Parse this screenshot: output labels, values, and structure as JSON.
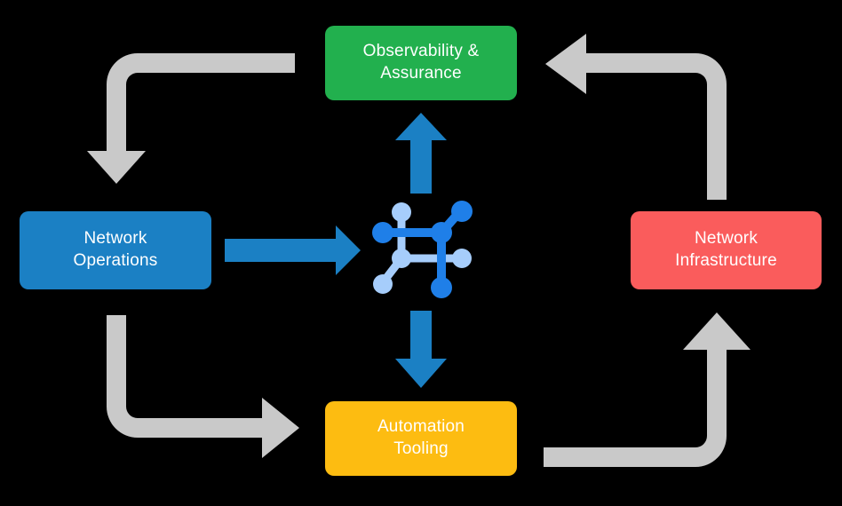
{
  "diagram": {
    "title": "Network operations lifecycle cycle diagram",
    "background_color": "#000000",
    "nodes": [
      {
        "id": "observability",
        "label": "Observability &\nAssurance",
        "color": "#22b04e",
        "text_color": "#ffffff",
        "position": "top"
      },
      {
        "id": "network-operations",
        "label": "Network\nOperations",
        "color": "#1b80c4",
        "text_color": "#ffffff",
        "position": "left"
      },
      {
        "id": "network-infrastructure",
        "label": "Network\nInfrastructure",
        "color": "#fa5c5c",
        "text_color": "#ffffff",
        "position": "right"
      },
      {
        "id": "automation-tooling",
        "label": "Automation\nTooling",
        "color": "#fdbc11",
        "text_color": "#ffffff",
        "position": "bottom"
      }
    ],
    "center_icon": {
      "name": "network-topology-icon",
      "primary_color": "#1f7fe8",
      "secondary_color": "#a6cdfb"
    },
    "blue_arrows": {
      "color": "#1b80c4",
      "items": [
        {
          "name": "arrow-netops-to-center",
          "direction": "right"
        },
        {
          "name": "arrow-center-to-observability",
          "direction": "up"
        },
        {
          "name": "arrow-center-to-automation",
          "direction": "down"
        }
      ]
    },
    "gray_arrows": {
      "color": "#c9c9c9",
      "items": [
        {
          "name": "arrow-observability-to-netops",
          "direction": "down"
        },
        {
          "name": "arrow-netinfra-to-observability",
          "direction": "left"
        },
        {
          "name": "arrow-netops-to-automation",
          "direction": "right"
        },
        {
          "name": "arrow-automation-to-netinfra",
          "direction": "up"
        }
      ]
    }
  }
}
